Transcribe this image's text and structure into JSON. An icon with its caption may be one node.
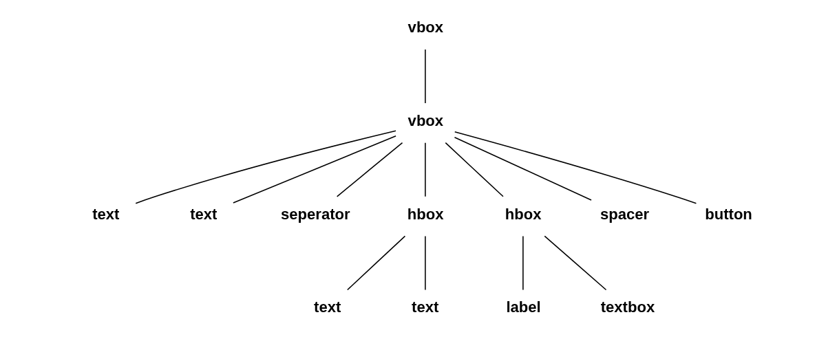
{
  "diagram": {
    "nodes": [
      {
        "text": [
          "vbox"
        ]
      },
      {
        "text": [
          "vbox"
        ]
      },
      {
        "text": [
          "text"
        ]
      },
      {
        "text": [
          "text"
        ]
      },
      {
        "text": [
          "seperator"
        ]
      },
      {
        "text": [
          "hbox"
        ]
      },
      {
        "text": [
          "hbox"
        ]
      },
      {
        "text": [
          "spacer"
        ]
      },
      {
        "text": [
          "button"
        ]
      },
      {
        "text": [
          "text"
        ]
      },
      {
        "text": [
          "text"
        ]
      },
      {
        "text": [
          "label"
        ]
      },
      {
        "text": [
          "textbox"
        ]
      }
    ],
    "edges": [
      {
        "from": 0,
        "to": 1,
        "arrow": "none"
      },
      {
        "from": 1,
        "to": 2,
        "arrow": "none"
      },
      {
        "from": 1,
        "to": 3,
        "arrow": "none"
      },
      {
        "from": 1,
        "to": 4,
        "arrow": "none"
      },
      {
        "from": 1,
        "to": 5,
        "arrow": "none"
      },
      {
        "from": 1,
        "to": 6,
        "arrow": "none"
      },
      {
        "from": 1,
        "to": 7,
        "arrow": "none"
      },
      {
        "from": 1,
        "to": 8,
        "arrow": "none"
      },
      {
        "from": 5,
        "to": 9,
        "arrow": "none"
      },
      {
        "from": 5,
        "to": 10,
        "arrow": "none"
      },
      {
        "from": 6,
        "to": 11,
        "arrow": "none"
      },
      {
        "from": 6,
        "to": 12,
        "arrow": "none"
      }
    ]
  }
}
